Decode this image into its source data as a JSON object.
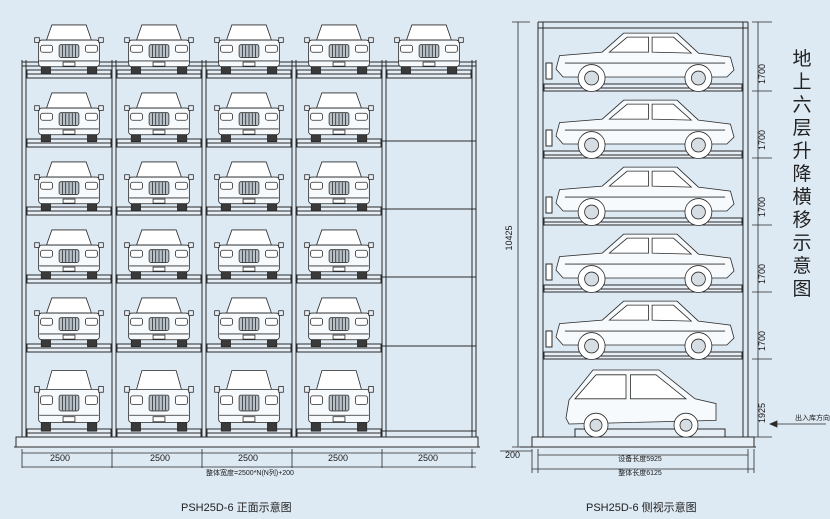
{
  "front_view": {
    "caption": "PSH25D-6 正面示意图",
    "column_widths": [
      "2500",
      "2500",
      "2500",
      "2500",
      "2500"
    ],
    "total_width": "整体宽度=2500*N(N列)+200",
    "levels": 6,
    "columns": 5,
    "top_level_cars": 5,
    "lower_level_cars": 4,
    "empty_bay_note": "rightmost column below top level is the lift shaft (no car)"
  },
  "side_view": {
    "caption": "PSH25D-6 侧视示意图",
    "vertical_title": "地上六层升降横移示意图",
    "overall_height": "10425",
    "level_heights": [
      "1700",
      "1700",
      "1700",
      "1700",
      "1700",
      "1925"
    ],
    "ground_offset": "200",
    "platform_length": "5925",
    "platform_length_label": "设备长度5925",
    "total_length": "6125",
    "total_length_label": "整体长度6125",
    "entry_label": "出入库方向",
    "levels": 6
  },
  "colors": {
    "background": "#dde9f3",
    "line": "#2a2a2a",
    "panel": "#e6eff6"
  }
}
